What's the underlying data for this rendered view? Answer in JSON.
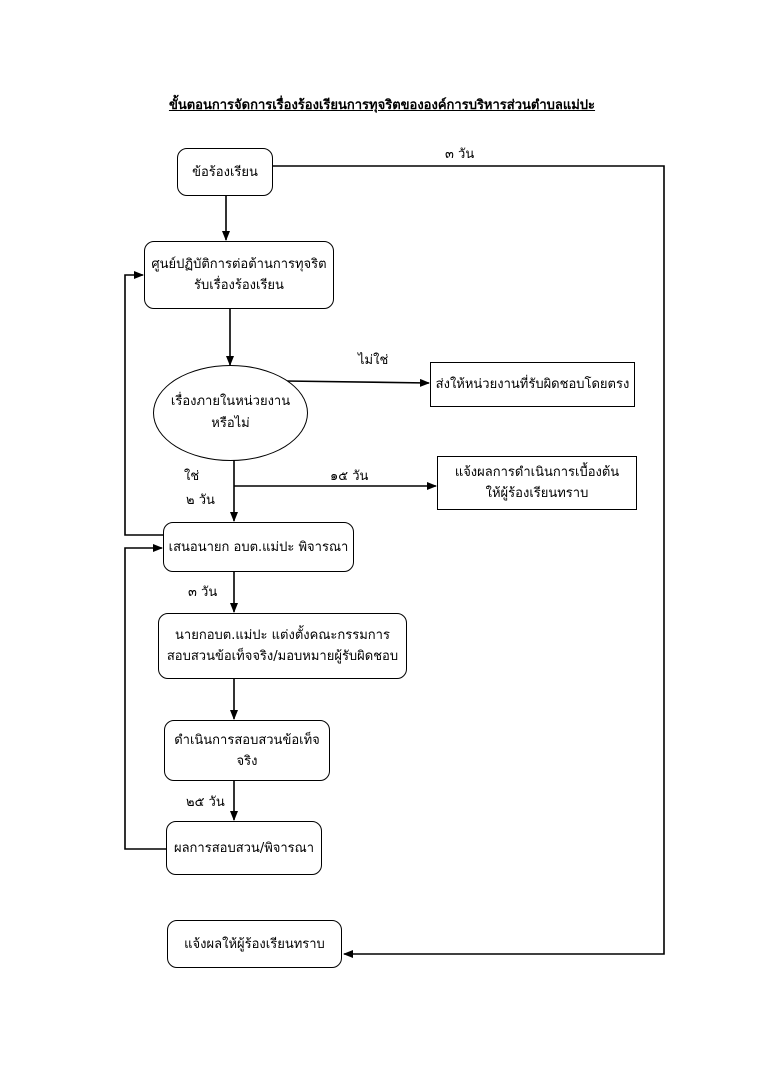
{
  "title": "ขั้นตอนการจัดการเรื่องร้องเรียนการทุจริตขององค์การบริหารส่วนตำบลแม่ปะ",
  "nodes": {
    "complaint": "ข้อร้องเรียน",
    "center_line1": "ศูนย์ปฏิบัติการต่อต้านการทุจริต",
    "center_line2": "รับเรื่องร้องเรียน",
    "decision_line1": "เรื่องภายในหน่วยงาน",
    "decision_line2": "หรือไม่",
    "forward": "ส่งให้หน่วยงานที่รับผิดชอบโดยตรง",
    "notify_prelim_line1": "แจ้งผลการดำเนินการเบื้องต้น",
    "notify_prelim_line2": "ให้ผู้ร้องเรียนทราบ",
    "propose": "เสนอนายก อบต.แม่ปะ พิจารณา",
    "appoint_line1": "นายกอบต.แม่ปะ แต่งตั้งคณะกรรมการ",
    "appoint_line2": "สอบสวนข้อเท็จจริง/มอบหมายผู้รับผิดชอบ",
    "investigate": "ดำเนินการสอบสวนข้อเท็จจริง",
    "result": "ผลการสอบสวน/พิจารณา",
    "notify_final": "แจ้งผลให้ผู้ร้องเรียนทราบ"
  },
  "labels": {
    "days_3_top": "๓ วัน",
    "no": "ไม่ใช่",
    "yes": "ใช่",
    "days_2": "๒ วัน",
    "days_15": "๑๕ วัน",
    "days_3": "๓ วัน",
    "days_25": "๒๕ วัน"
  }
}
